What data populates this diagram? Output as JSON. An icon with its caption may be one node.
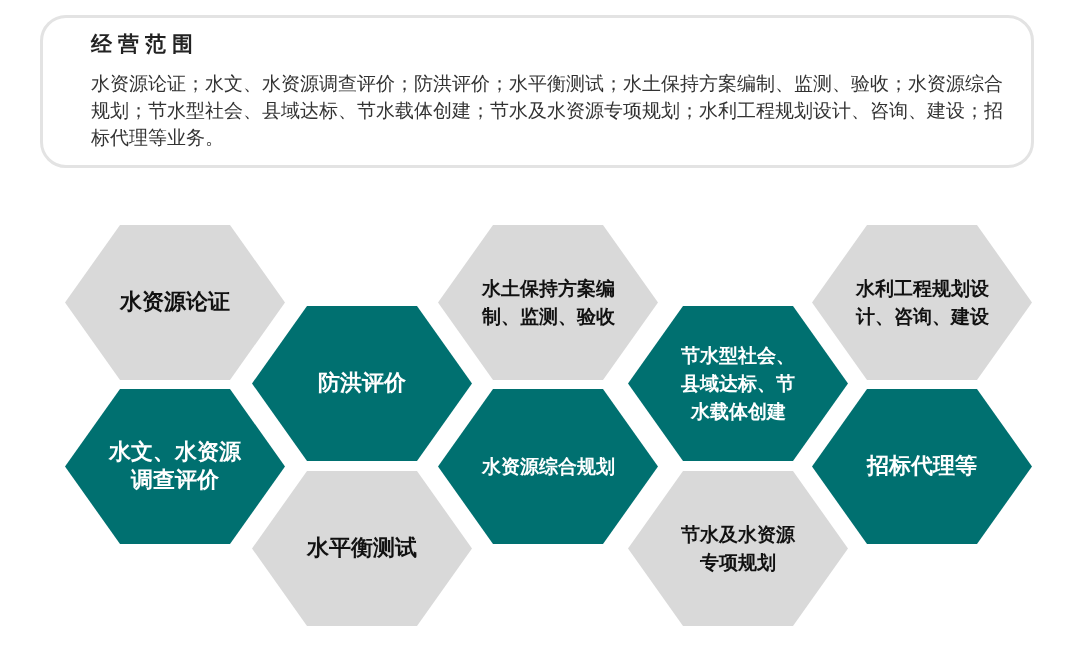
{
  "diagram": {
    "nodes": [
      {
        "text": [
          "经营范围",
          "水资源论证；水文、水资源调查评价；防洪评价；水平衡测试；水土保持方案编制、监测、验收；水资源综合规划；节水型社会、县域达标、节水载体创建；节水及水资源专项规划；水利工程规划设计、咨询、建设；招标代理等业务。"
        ]
      },
      {
        "text": [
          "水资源论证"
        ]
      },
      {
        "text": [
          "水土保持方案编制、监测、验收"
        ]
      },
      {
        "text": [
          "水利工程规划设计、咨询、建设"
        ]
      },
      {
        "text": [
          "防洪评价"
        ]
      },
      {
        "text": [
          "节水型社会、县域达标、节水载体创建"
        ]
      },
      {
        "text": [
          "水文、水资源调查评价"
        ]
      },
      {
        "text": [
          "水资源综合规划"
        ]
      },
      {
        "text": [
          "招标代理等"
        ]
      },
      {
        "text": [
          "水平衡测试"
        ]
      },
      {
        "text": [
          "节水及水资源专项规划"
        ]
      }
    ],
    "edges": []
  }
}
